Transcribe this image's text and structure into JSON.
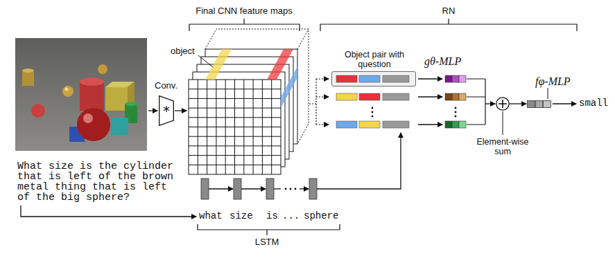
{
  "diagram": {
    "nodes": [
      {
        "text": [
          "Conv.",
          "*"
        ]
      },
      {
        "text": [
          "Object pair with question"
        ]
      },
      {
        "text": [
          "Element-wise sum"
        ]
      },
      {
        "text": [
          "fφ-MLP"
        ]
      }
    ],
    "edges": [
      {
        "from": 2,
        "to": 3,
        "arrow": "to"
      }
    ],
    "labels": [
      "Final CNN feature maps",
      "RN",
      "object",
      "gθ-MLP",
      "small",
      "What size is the cylinder that is left of the brown metal thing that is left of the big sphere?",
      "what",
      "size",
      "is",
      "...",
      "sphere",
      "LSTM"
    ]
  }
}
